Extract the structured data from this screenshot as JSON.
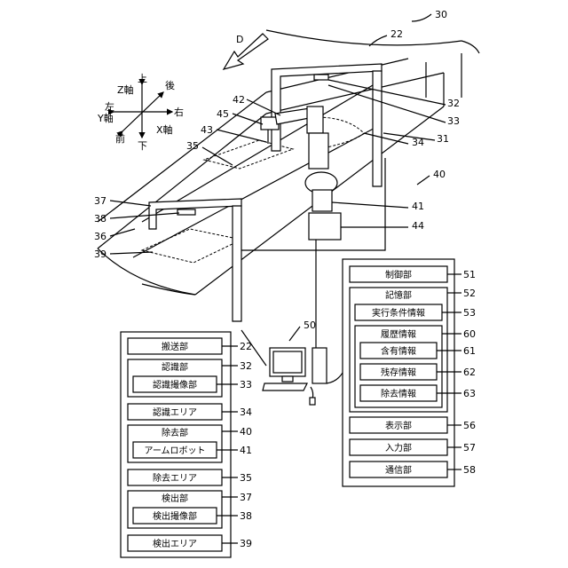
{
  "figure_number": "30",
  "direction_label": "D",
  "axes": {
    "up": "上",
    "back": "後",
    "left": "左",
    "right": "右",
    "front": "前",
    "down": "下",
    "z_axis": "Z軸",
    "y_axis": "Y軸",
    "x_axis": "X軸"
  },
  "device_refs": {
    "r22": "22",
    "r32": "32",
    "r33": "33",
    "r31": "31",
    "r34": "34",
    "r40": "40",
    "r41": "41",
    "r44": "44",
    "r42": "42",
    "r45": "45",
    "r43": "43",
    "r35": "35",
    "r37": "37",
    "r38": "38",
    "r36": "36",
    "r39": "39",
    "r50": "50"
  },
  "left_panel": [
    {
      "label": "搬送部",
      "ref": "22"
    },
    {
      "label": "認識部",
      "ref": "32",
      "child": {
        "label": "認識撮像部",
        "ref": "33"
      }
    },
    {
      "label": "認識エリア",
      "ref": "34"
    },
    {
      "label": "除去部",
      "ref": "40",
      "child": {
        "label": "アームロボット",
        "ref": "41"
      }
    },
    {
      "label": "除去エリア",
      "ref": "35"
    },
    {
      "label": "検出部",
      "ref": "37",
      "child": {
        "label": "検出撮像部",
        "ref": "38"
      }
    },
    {
      "label": "検出エリア",
      "ref": "39"
    }
  ],
  "right_panel": {
    "control": {
      "label": "制御部",
      "ref": "51"
    },
    "storage": {
      "label": "記憶部",
      "ref": "52"
    },
    "exec": {
      "label": "実行条件情報",
      "ref": "53"
    },
    "history": {
      "label": "履歴情報",
      "ref": "60"
    },
    "contained": {
      "label": "含有情報",
      "ref": "61"
    },
    "remaining": {
      "label": "残存情報",
      "ref": "62"
    },
    "removed": {
      "label": "除去情報",
      "ref": "63"
    },
    "display": {
      "label": "表示部",
      "ref": "56"
    },
    "input": {
      "label": "入力部",
      "ref": "57"
    },
    "comm": {
      "label": "通信部",
      "ref": "58"
    }
  }
}
